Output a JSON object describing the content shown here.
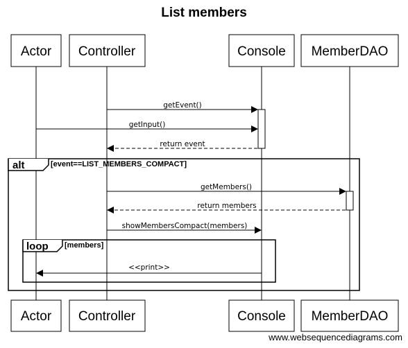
{
  "title": "List members",
  "watermark": "www.websequencediagrams.com",
  "participants": [
    {
      "id": "actor",
      "label": "Actor"
    },
    {
      "id": "controller",
      "label": "Controller"
    },
    {
      "id": "console",
      "label": "Console"
    },
    {
      "id": "memberdao",
      "label": "MemberDAO"
    }
  ],
  "messages": [
    {
      "from": "controller",
      "to": "console",
      "label": "getEvent()",
      "style": "solid"
    },
    {
      "from": "actor",
      "to": "console",
      "label": "getInput()",
      "style": "solid"
    },
    {
      "from": "console",
      "to": "controller",
      "label": "return event",
      "style": "dashed"
    },
    {
      "from": "controller",
      "to": "memberdao",
      "label": "getMembers()",
      "style": "solid"
    },
    {
      "from": "memberdao",
      "to": "controller",
      "label": "return members",
      "style": "dashed"
    },
    {
      "from": "controller",
      "to": "console",
      "label": "showMembersCompact(members)",
      "style": "solid"
    },
    {
      "from": "console",
      "to": "actor",
      "label": "<<print>>",
      "style": "solid"
    }
  ],
  "frames": [
    {
      "type": "alt",
      "condition": "[event==LIST_MEMBERS_COMPACT]"
    },
    {
      "type": "loop",
      "condition": "[members]"
    }
  ]
}
